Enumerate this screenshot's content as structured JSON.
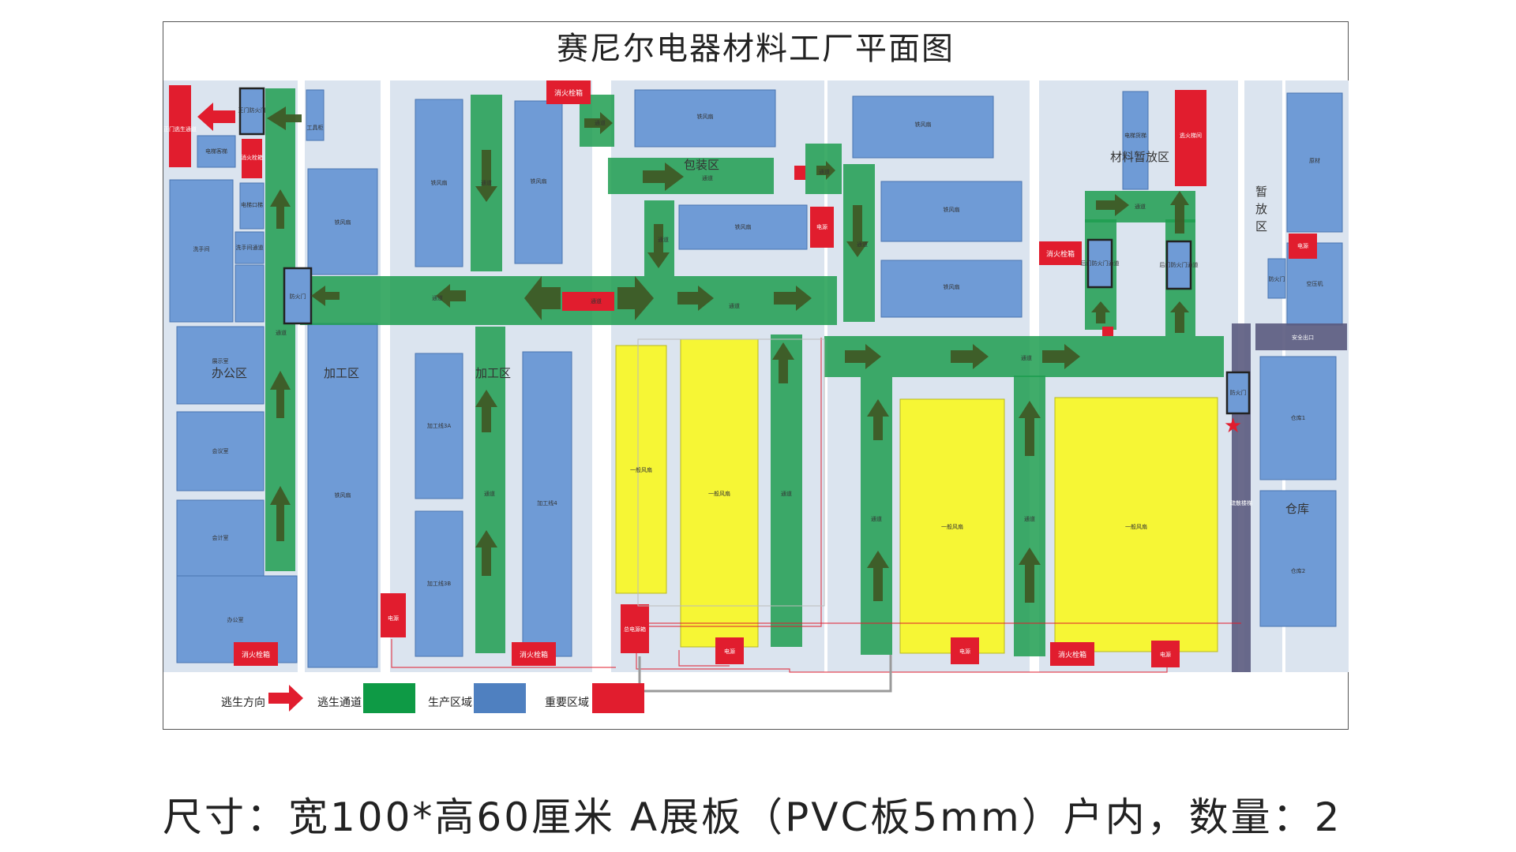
{
  "title": "赛尼尔电器材料工厂平面图",
  "colors": {
    "zone_bg": "#dbe4ef",
    "production": "#6f9bd6",
    "passage": "#1e9e50",
    "important": "#e11d2e",
    "general_room": "#f6f635",
    "arrow": "#3e5a26",
    "column": "#5a5a7e"
  },
  "zones": {
    "office": "办公区",
    "process1": "加工区",
    "process2": "加工区",
    "packing": "包装区",
    "material": "材料暂放区",
    "temp": "暂放区",
    "warehouse": "仓库"
  },
  "rooms": {
    "main_gate": "正门逃生通道",
    "main_firedoor": "正门防火门",
    "elevator_hall": "电梯客梯",
    "fire_hydrant_small": "消火栓箱",
    "elevator_exit": "电梯口梯",
    "restroom": "洗手间",
    "washroom_passage": "洗手间通道",
    "firedoor": "防火门",
    "reception": "展示室",
    "meeting": "会议室",
    "accounting": "会计室",
    "office_room": "办公室",
    "cabinet": "工具柜",
    "fan_room": "铁风扇",
    "passage": "通道",
    "line3a": "加工线3A",
    "line3b": "加工线3B",
    "line4": "加工线4",
    "general_fan": "一般风扇",
    "power": "电源",
    "power_box": "总电源箱",
    "elevator_room": "电梯货梯",
    "fire_stairs": "逃火梯间",
    "back_firedoor": "后门防火门通道",
    "storage": "原材",
    "air_compressor": "空压机",
    "side_firedoor": "防火门",
    "safety_exit": "安全出口",
    "fire_stair_path": "疏散楼梯",
    "warehouse1": "仓库1",
    "warehouse2": "仓库2"
  },
  "hydrant_label": "消火栓箱",
  "legend": {
    "escape_dir": "逃生方向",
    "escape_route": "逃生通道",
    "production_area": "生产区域",
    "key_area": "重要区域"
  },
  "caption": "尺寸：宽100*高60厘米  A展板（PVC板5mm）户内，数量：2"
}
